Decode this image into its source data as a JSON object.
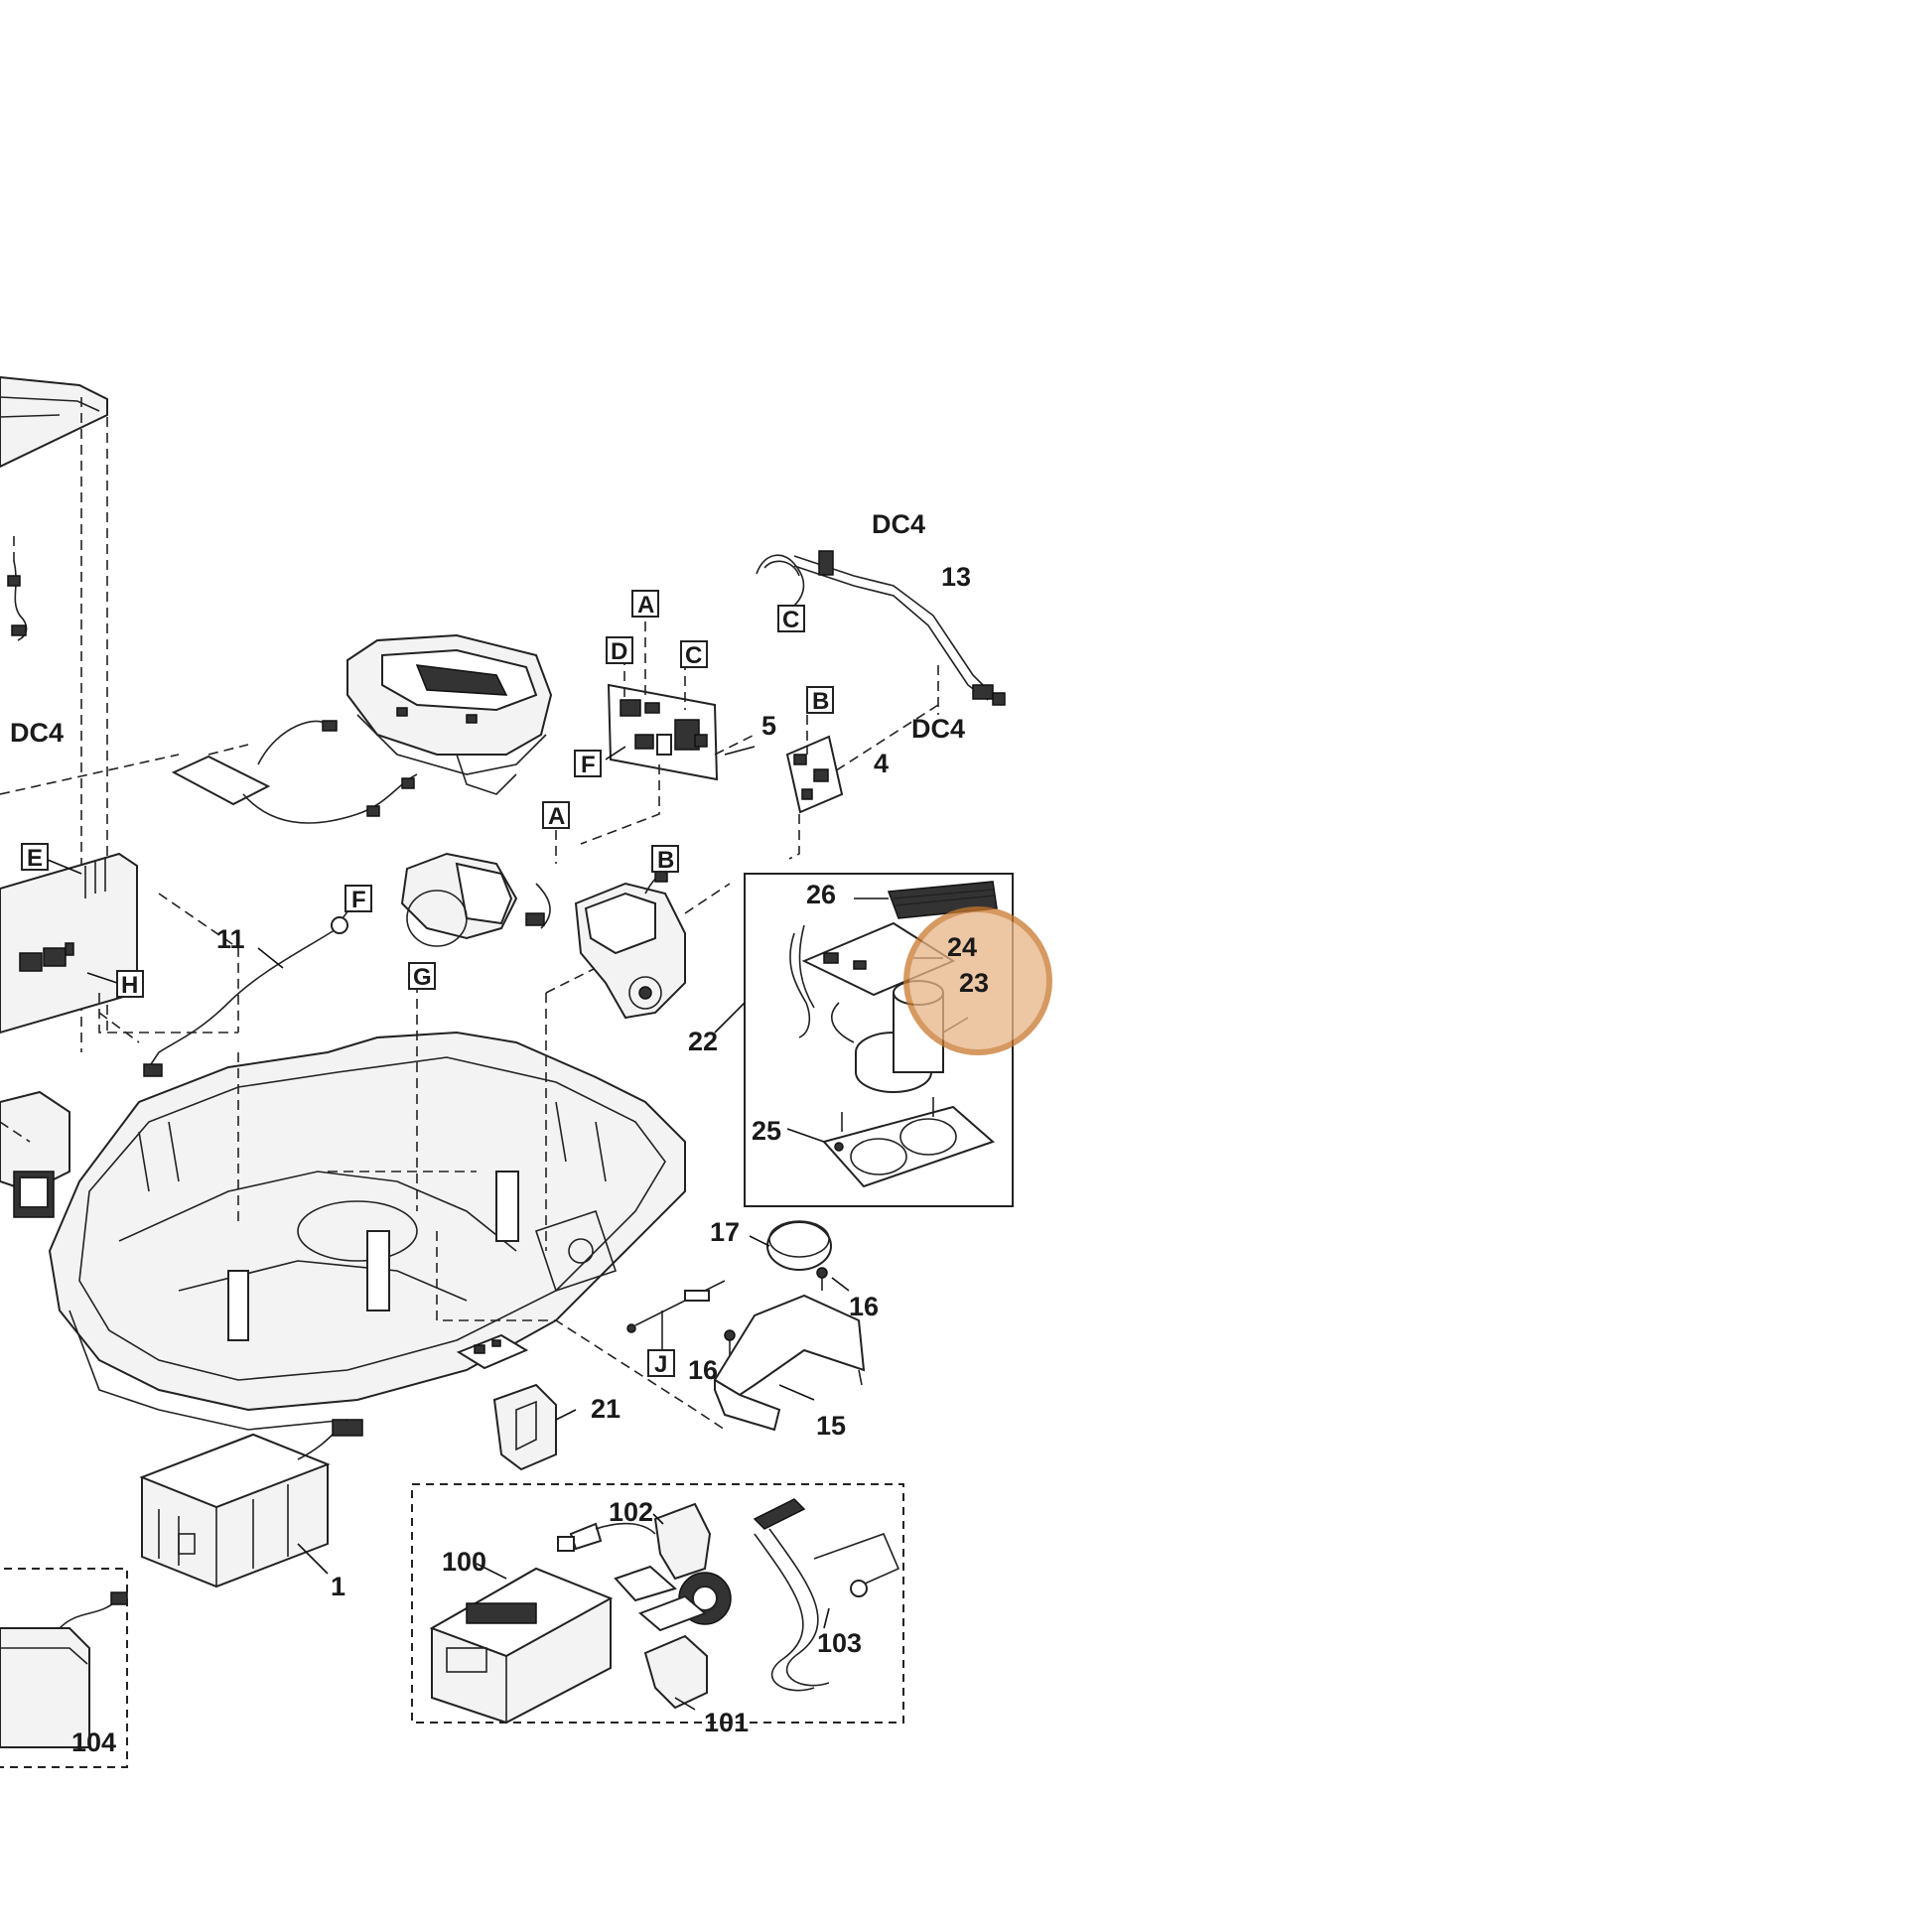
{
  "highlight": {
    "color": "#c8782d",
    "fill": "#e8b486"
  },
  "callouts": {
    "dc4_top_right": "DC4",
    "dc4_right": "DC4",
    "dc4_left": "DC4",
    "n13": "13",
    "n5": "5",
    "n4": "4",
    "n26": "26",
    "n24": "24",
    "n23": "23",
    "n22": "22",
    "n25": "25",
    "n11": "11",
    "n17": "17",
    "n16_a": "16",
    "n16_b": "16",
    "n15": "15",
    "n21": "21",
    "n1": "1",
    "n100": "100",
    "n101": "101",
    "n102": "102",
    "n103": "103",
    "n104": "104"
  },
  "connectors": {
    "a_top": "A",
    "d_top": "D",
    "c_top": "C",
    "f_top": "F",
    "c_cable": "C",
    "b_board": "B",
    "a_mid": "A",
    "b_mid": "B",
    "f_cable": "F",
    "g": "G",
    "e": "E",
    "h": "H",
    "j": "J"
  }
}
